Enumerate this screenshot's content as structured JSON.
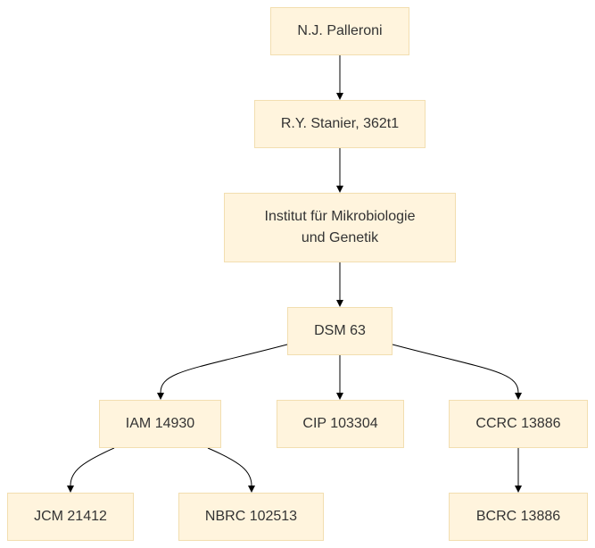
{
  "nodes": {
    "palleroni": {
      "label": "N.J. Palleroni"
    },
    "stanier": {
      "label": "R.Y. Stanier, 362t1"
    },
    "institut": {
      "line1": "Institut für Mikrobiologie",
      "line2": "und Genetik"
    },
    "dsm": {
      "label": "DSM 63"
    },
    "iam": {
      "label": "IAM 14930"
    },
    "cip": {
      "label": "CIP 103304"
    },
    "ccrc": {
      "label": "CCRC 13886"
    },
    "jcm": {
      "label": "JCM 21412"
    },
    "nbrc": {
      "label": "NBRC 102513"
    },
    "bcrc": {
      "label": "BCRC 13886"
    }
  },
  "edges": [
    {
      "from": "N.J. Palleroni",
      "to": "R.Y. Stanier, 362t1"
    },
    {
      "from": "R.Y. Stanier, 362t1",
      "to": "Institut für Mikrobiologie und Genetik"
    },
    {
      "from": "Institut für Mikrobiologie und Genetik",
      "to": "DSM 63"
    },
    {
      "from": "DSM 63",
      "to": "IAM 14930"
    },
    {
      "from": "DSM 63",
      "to": "CIP 103304"
    },
    {
      "from": "DSM 63",
      "to": "CCRC 13886"
    },
    {
      "from": "IAM 14930",
      "to": "JCM 21412"
    },
    {
      "from": "IAM 14930",
      "to": "NBRC 102513"
    },
    {
      "from": "CCRC 13886",
      "to": "BCRC 13886"
    }
  ]
}
